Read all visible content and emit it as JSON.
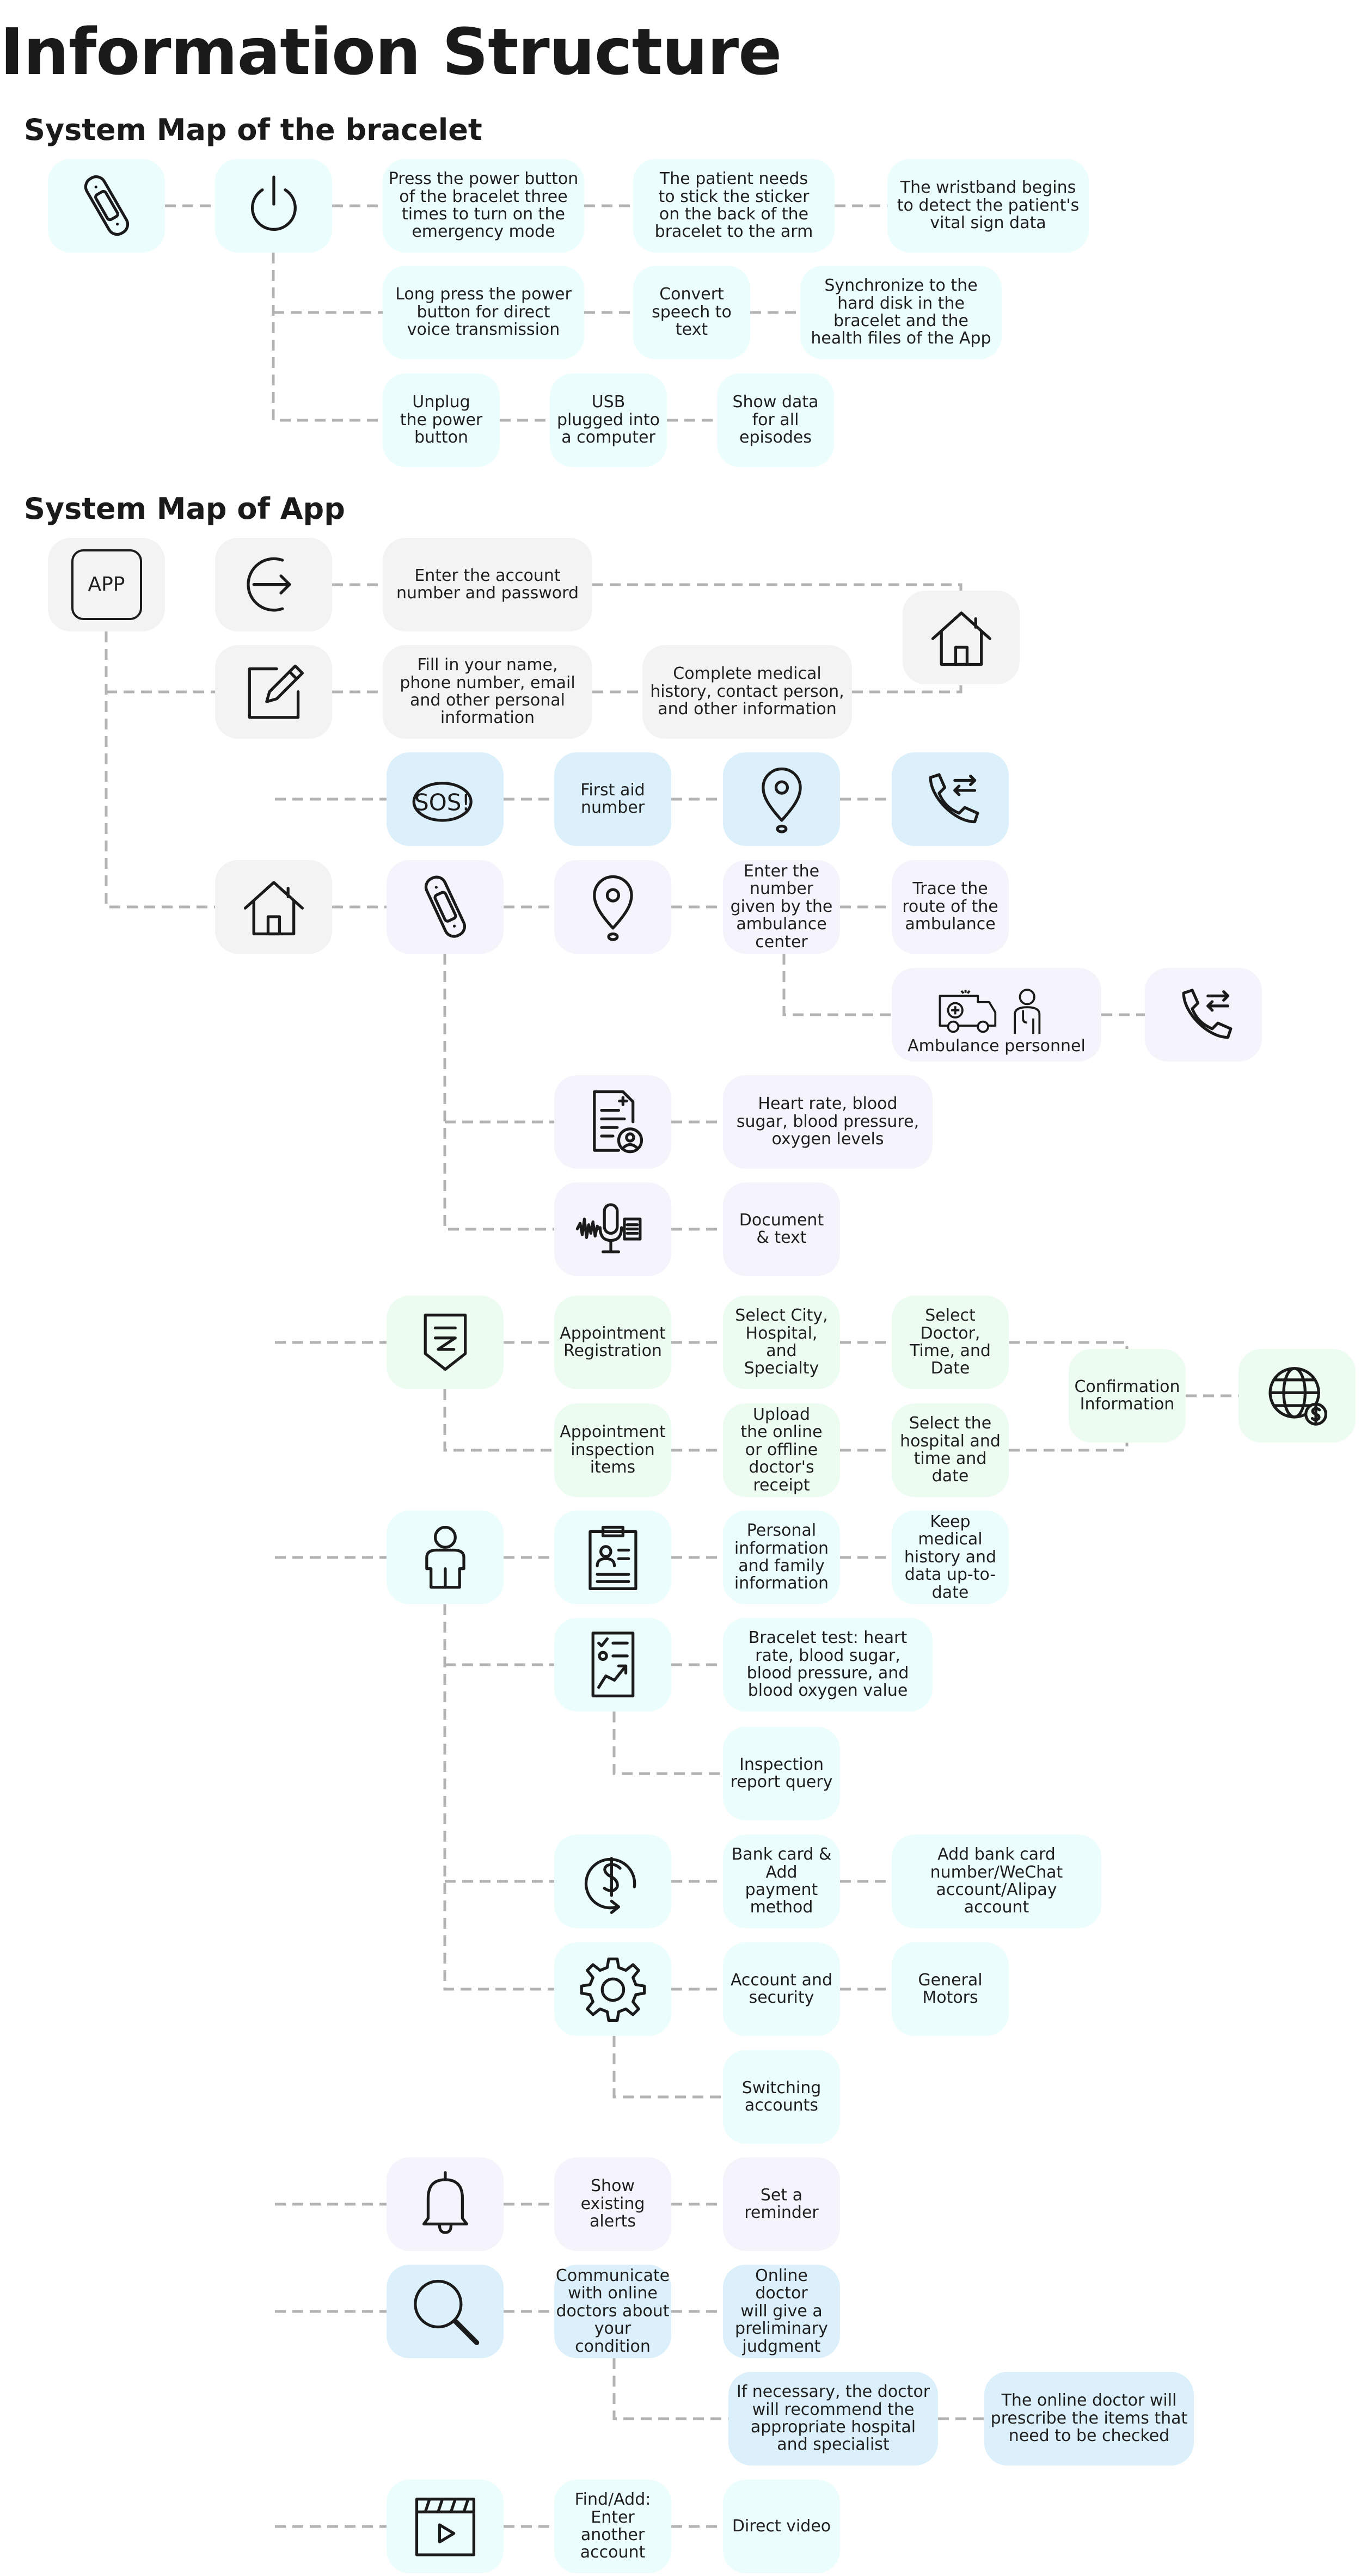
{
  "title": "Information Structure",
  "sections": {
    "bracelet": "System Map of the bracelet",
    "app": "System Map of App"
  },
  "bracelet": {
    "power_emergency": "Press the power button\nof the bracelet three\ntimes to turn on the\nemergency mode",
    "sticker": "The patient needs\nto stick the sticker\non the back of the\nbracelet to the arm",
    "detect": "The wristband begins\nto detect the patient's\nvital sign data",
    "long_press": "Long press the power\nbutton for direct\nvoice transmission",
    "speech_text": "Convert\nspeech to\ntext",
    "sync": "Synchronize to the\nhard disk in the\nbracelet and the\nhealth files of the App",
    "unplug": "Unplug\nthe power\nbutton",
    "usb": "USB\nplugged into\na computer",
    "show_data": "Show data\nfor all\nepisodes"
  },
  "app": {
    "app_label": "APP",
    "login": "Enter the account\nnumber and password",
    "fill_info": "Fill in your name,\nphone number, email\nand other personal\ninformation",
    "medical_history": "Complete medical\nhistory, contact person,\nand other information",
    "sos": "SOS!",
    "first_aid": "First aid\nnumber",
    "enter_number": "Enter the\nnumber\ngiven by the\nambulance\ncenter",
    "trace_route": "Trace the\nroute of the\nambulance",
    "ambulance_personnel": "Ambulance personnel",
    "vitals": "Heart rate, blood\nsugar, blood pressure,\noxygen levels",
    "document_text": "Document\n& text",
    "appointment_registration": "Appointment\nRegistration",
    "select_city": "Select City,\nHospital, and\nSpecialty",
    "select_doctor": "Select Doctor,\nTime,  and\nDate",
    "confirmation": "Confirmation\nInformation",
    "appointment_items": "Appointment\ninspection\nitems",
    "upload_receipt": "Upload\nthe online\nor offline\ndoctor's\nreceipt",
    "select_hospital": "Select the\nhospital and\ntime and date",
    "personal_info": "Personal\ninformation\nand family\ninformation",
    "keep_history": "Keep medical\nhistory and\ndata up-to-\ndate",
    "bracelet_test": "Bracelet test: heart\nrate, blood sugar,\nblood pressure, and\nblood oxygen value",
    "inspection_report": "Inspection\nreport query",
    "bank_card": "Bank card &\nAdd payment\nmethod",
    "add_bank": "Add bank card\nnumber/WeChat\naccount/Alipay\naccount",
    "account_security": "Account and\nsecurity",
    "general": "General\nMotors",
    "switching": "Switching\naccounts",
    "show_alerts": "Show\nexisting\nalerts",
    "set_reminder": "Set a\nreminder",
    "communicate": "Communicate\nwith online\ndoctors about\nyour condition",
    "preliminary": "Online doctor\nwill give a\npreliminary\njudgment",
    "recommend": "If necessary, the doctor\nwill recommend the\nappropriate hospital\nand specialist",
    "prescribe": "The online doctor will\nprescribe the items that\nneed to be checked",
    "find_add": "Find/Add:\nEnter another\naccount",
    "direct_video": "Direct video"
  },
  "colors": {
    "gray": "#f3f3f3",
    "cyan": "#ebfdfc",
    "blue": "#dcf0fb",
    "lavender": "#f5f4fc",
    "mint": "#edfcf1",
    "connector": "#b3b3b3"
  }
}
